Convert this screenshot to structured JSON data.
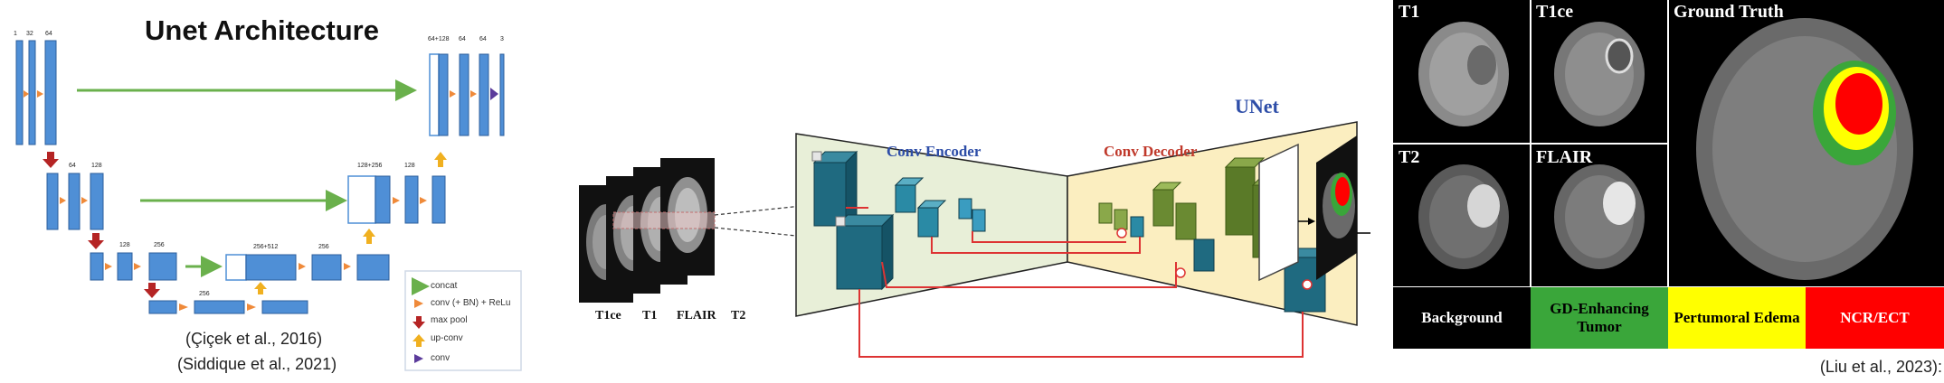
{
  "left": {
    "title": "Unet Architecture",
    "citation_1": "(Çiçek et al., 2016)",
    "citation_2": "(Siddique et al., 2021)",
    "legend": {
      "concat": "concat",
      "conv": "conv (+ BN) + ReLu",
      "max_pool": "max pool",
      "up_conv": "up-conv",
      "conv_final": "conv"
    },
    "channels": {
      "l1": [
        "1",
        "32",
        "64"
      ],
      "l1_right": [
        "64+128",
        "64",
        "64",
        "3"
      ],
      "l2": [
        "64",
        "128"
      ],
      "l2_right": [
        "128+256",
        "128"
      ],
      "l3": [
        "128",
        "256"
      ],
      "l3_right": [
        "256+512",
        "256"
      ],
      "l4": [
        "256"
      ]
    }
  },
  "middle": {
    "title": "UNet",
    "encoder_label": "Conv Encoder",
    "decoder_label": "Conv Decoder",
    "modalities": [
      "T1ce",
      "T1",
      "FLAIR",
      "T2"
    ]
  },
  "right": {
    "cells": [
      "T1",
      "T1ce",
      "Ground Truth",
      "T2",
      "FLAIR"
    ],
    "legend": [
      {
        "label": "Background",
        "color": "#000000",
        "text_color": "#ffffff"
      },
      {
        "label": "GD-Enhancing Tumor",
        "color": "#3aa63a",
        "text_color": "#000000"
      },
      {
        "label": "Pertumoral Edema",
        "color": "#ffff00",
        "text_color": "#000000"
      },
      {
        "label": "NCR/ECT",
        "color": "#ff0000",
        "text_color": "#ffffff"
      }
    ],
    "citation": "(Liu et al., 2023):"
  },
  "colors": {
    "block_blue": "#4f8fd6",
    "arrow_green": "#6ab04c",
    "arrow_orange": "#ef8a3a",
    "arrow_red": "#b52424",
    "arrow_yellow": "#f0b020",
    "arrow_purple": "#5b3b9b",
    "encoder_bg": "#e8efd8",
    "decoder_bg": "#fbeec0",
    "teal": "#1f6a80",
    "olive": "#6a8a32",
    "unet_title": "#2e4ea8"
  }
}
